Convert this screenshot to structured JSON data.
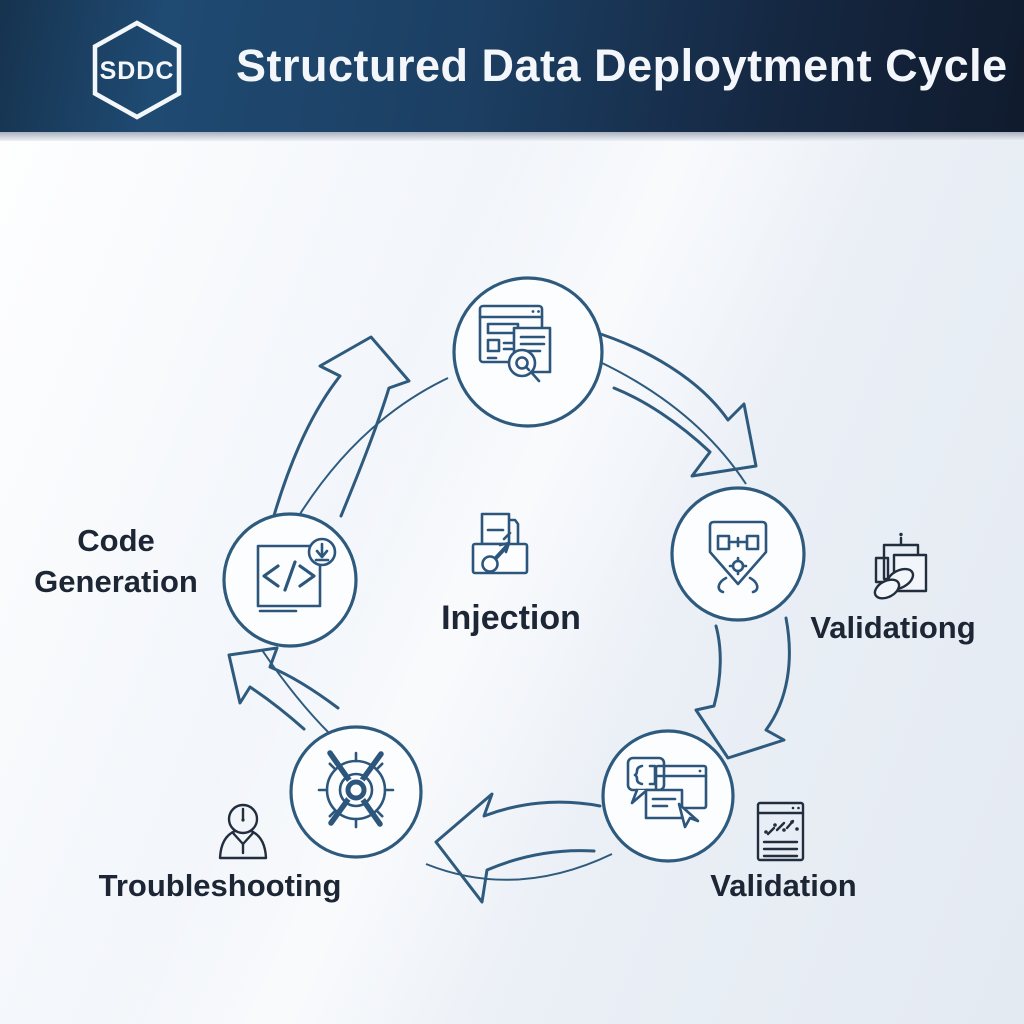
{
  "header": {
    "logo_text": "SDDC",
    "title": "Structured Data Deploytment Cycle"
  },
  "cycle": {
    "center": {
      "label": "Injection",
      "icon": "document-inject-icon"
    },
    "stages": [
      {
        "label": "",
        "icon": "browser-search-icon",
        "position": "top"
      },
      {
        "label": "Validationg",
        "icon": "shield-connector-icon",
        "badge_icon": "stacked-boxes-icon",
        "position": "right"
      },
      {
        "label": "Validation",
        "icon": "chart-window-icon-and-chat-browser-pointer-icon",
        "badge_icon": "chart-window-icon",
        "position": "bottom-right"
      },
      {
        "label": "Troubleshooting",
        "icon": "target-crosshair-icon",
        "badge_icon": "person-clock-icon",
        "position": "bottom-left"
      },
      {
        "label": "Code Generation",
        "icon": "code-window-icon",
        "position": "left"
      }
    ],
    "flow": "clockwise"
  },
  "colors": {
    "header_gradient_start": "#1f4a72",
    "header_gradient_end": "#101b2d",
    "diagram_stroke": "#2e5a7d",
    "dark_icon_stroke": "#222e3e",
    "label_text": "#1d2634",
    "background": "#eaeff6"
  }
}
